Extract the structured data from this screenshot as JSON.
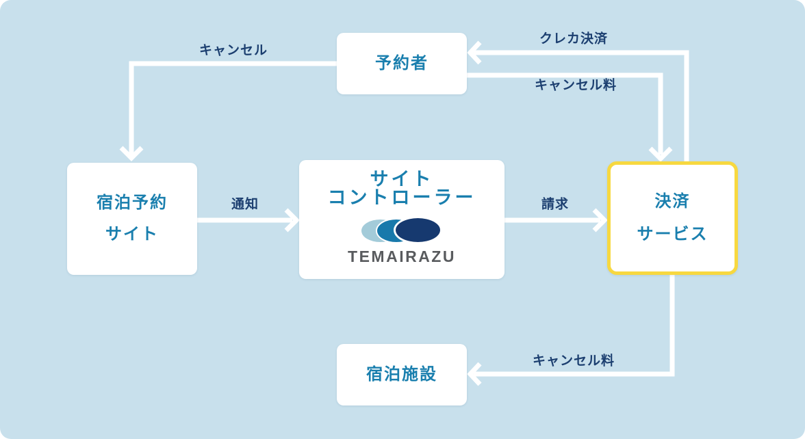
{
  "colors": {
    "background": "#c8e0ec",
    "node_background": "#ffffff",
    "node_text": "#1a7fae",
    "arrow_line": "#ffffff",
    "arrow_label_text": "#1c3f70",
    "highlight_border": "#f7d840",
    "logo_ellipse_light": "#a3cbd9",
    "logo_ellipse_mid": "#1879ab",
    "logo_ellipse_dark": "#16396f",
    "logo_text_color": "#595b5e"
  },
  "nodes": {
    "booker": {
      "label": "予約者"
    },
    "booking_site": {
      "lines": [
        "宿泊予約",
        "サイト"
      ]
    },
    "site_controller": {
      "lines": [
        "サイト",
        "コントローラー"
      ],
      "logo_text": "TEMAIRAZU"
    },
    "payment_service": {
      "lines": [
        "決済",
        "サービス"
      ],
      "highlighted": true
    },
    "facility": {
      "label": "宿泊施設"
    }
  },
  "arrows": [
    {
      "id": "cancel",
      "label": "キャンセル",
      "from": "booker",
      "to": "booking_site"
    },
    {
      "id": "credit-card-payment",
      "label": "クレカ決済",
      "from": "payment_service",
      "to": "booker"
    },
    {
      "id": "cancel-fee-from-booker",
      "label": "キャンセル料",
      "from": "booker",
      "to": "payment_service"
    },
    {
      "id": "notify",
      "label": "通知",
      "from": "booking_site",
      "to": "site_controller"
    },
    {
      "id": "invoice",
      "label": "請求",
      "from": "site_controller",
      "to": "payment_service"
    },
    {
      "id": "cancel-fee-to-facility",
      "label": "キャンセル料",
      "from": "payment_service",
      "to": "facility"
    }
  ]
}
